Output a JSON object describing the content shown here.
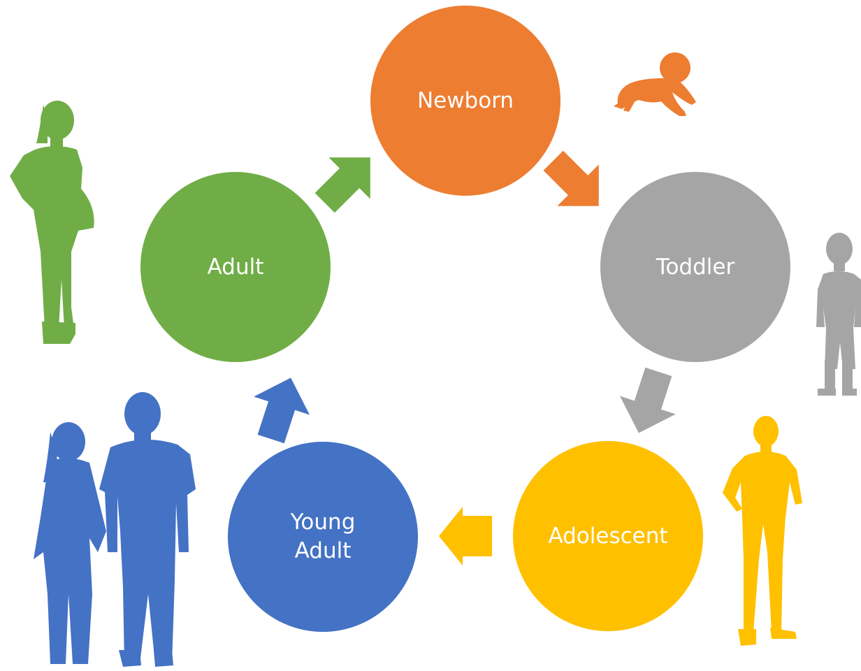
{
  "colors": {
    "newborn": "#ED7D31",
    "toddler": "#A5A5A5",
    "adolescent": "#FFC000",
    "young_adult": "#4472C4",
    "adult": "#70AD47",
    "text": "#FFFFFF",
    "background": "#FFFFFF"
  },
  "stages": {
    "newborn": {
      "label": "Newborn",
      "icon": "crawling-baby-silhouette-icon"
    },
    "toddler": {
      "label": "Toddler",
      "icon": "child-silhouette-icon"
    },
    "adolescent": {
      "label": "Adolescent",
      "icon": "teen-silhouette-icon"
    },
    "young_adult": {
      "label": "Young\nAdult",
      "icon": "couple-silhouette-icon"
    },
    "adult": {
      "label": "Adult",
      "icon": "pregnant-woman-silhouette-icon"
    }
  },
  "cycle_order": [
    "Newborn",
    "Toddler",
    "Adolescent",
    "Young Adult",
    "Adult"
  ]
}
